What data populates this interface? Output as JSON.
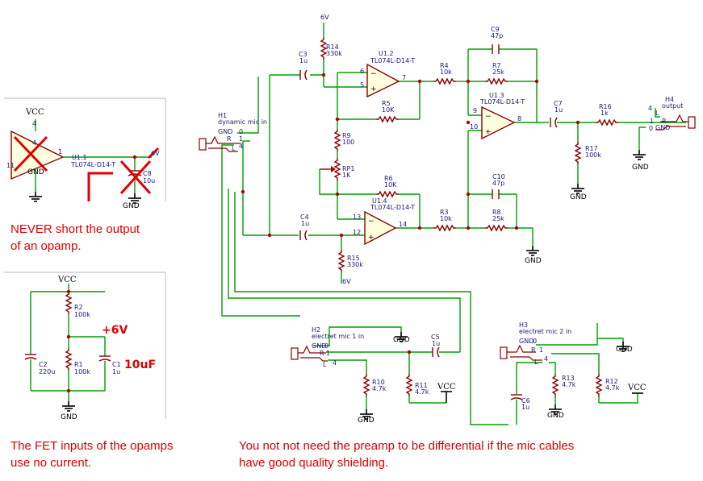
{
  "notes": {
    "short_output_line1": "NEVER short the output",
    "short_output_line2": "of an opamp.",
    "fet_line1": "The FET inputs of the opamps",
    "fet_line2": "use no current.",
    "differential_line1": "You not not need the preamp to be differential if the mic cables",
    "differential_line2": "have good quality shielding."
  },
  "power": {
    "vcc": "VCC",
    "gnd": "GND",
    "v6": "6V",
    "v6_plus": "+6V",
    "v6_partial": "6V"
  },
  "left_example": {
    "opamp_ref": "U1.1",
    "opamp_part": "TL074L-D14-T",
    "pin_in": "1",
    "pin_top": "4",
    "pin_4": "4",
    "pin_11": "11",
    "cap_ref": "C8",
    "cap_val": "10u"
  },
  "supply_divider": {
    "r2_ref": "R2",
    "r2_val": "100k",
    "r1_ref": "R1",
    "r1_val": "100k",
    "c2_ref": "C2",
    "c2_val": "220u",
    "c1_ref": "C1",
    "c1_val": "1u",
    "c1_note": "10uF"
  },
  "h1": {
    "ref": "H1",
    "name": "dynamic mic in",
    "gnd": "GND",
    "p0": "0",
    "r": "R",
    "p1": "1",
    "l": "L",
    "p4": "4"
  },
  "h2": {
    "ref": "H2",
    "name": "electret mic 1 in",
    "gnd": "GND",
    "p0": "0",
    "r": "R",
    "p1": "1",
    "l": "L",
    "p4": "4"
  },
  "h3": {
    "ref": "H3",
    "name": "electret mic 2 in",
    "gnd": "GND",
    "p0": "0",
    "r": "R",
    "p1": "1",
    "l": "L",
    "p4": "4"
  },
  "h4": {
    "ref": "H4",
    "name": "output",
    "gnd": "GND",
    "p0": "0",
    "r": "R",
    "p1": "1",
    "l": "L",
    "p4": "4"
  },
  "components": {
    "r14": {
      "ref": "R14",
      "val": "330k"
    },
    "c3": {
      "ref": "C3",
      "val": "1u"
    },
    "u12": {
      "ref": "U1.2",
      "part": "TL074L-D14-T",
      "pin_neg": "6",
      "pin_pos": "5",
      "pin_out": "7"
    },
    "r4": {
      "ref": "R4",
      "val": "10k"
    },
    "r5": {
      "ref": "R5",
      "val": "10K"
    },
    "c9": {
      "ref": "C9",
      "val": "47p"
    },
    "r7": {
      "ref": "R7",
      "val": "25k"
    },
    "u13": {
      "ref": "U1.3",
      "part": "TL074L-D14-T",
      "pin_neg": "9",
      "pin_pos": "10",
      "pin_out": "8"
    },
    "c7": {
      "ref": "C7",
      "val": "1u"
    },
    "r16": {
      "ref": "R16",
      "val": "1k"
    },
    "r17": {
      "ref": "R17",
      "val": "100k"
    },
    "r9": {
      "ref": "R9",
      "val": "100"
    },
    "rp1": {
      "ref": "RP1",
      "val": "1K"
    },
    "r6": {
      "ref": "R6",
      "val": "10K"
    },
    "c10": {
      "ref": "C10",
      "val": "47p"
    },
    "u14": {
      "ref": "U1.4",
      "part": "TL074L-D14-T",
      "pin_neg": "13",
      "pin_pos": "12",
      "pin_out": "14"
    },
    "r3": {
      "ref": "R3",
      "val": "10k"
    },
    "r8": {
      "ref": "R8",
      "val": "25k"
    },
    "c4": {
      "ref": "C4",
      "val": "1u"
    },
    "r15": {
      "ref": "R15",
      "val": "330k"
    },
    "c5": {
      "ref": "C5",
      "val": "1u"
    },
    "r10": {
      "ref": "R10",
      "val": "4.7k"
    },
    "r11": {
      "ref": "R11",
      "val": "4.7k"
    },
    "c6": {
      "ref": "C6",
      "val": "1u"
    },
    "r13": {
      "ref": "R13",
      "val": "4.7k"
    },
    "r12": {
      "ref": "R12",
      "val": "4.7k"
    }
  }
}
